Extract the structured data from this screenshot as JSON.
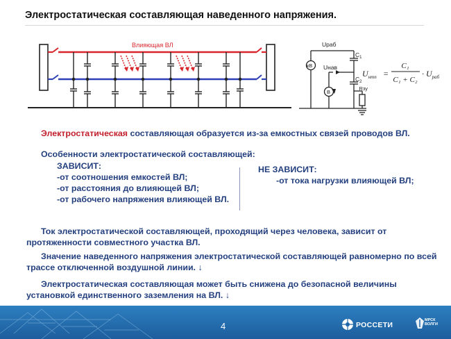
{
  "title": "Электростатическая составляющая наведенного напряжения.",
  "diagram": {
    "line_label": "Влияющая ВЛ",
    "u_rab": "Uраб",
    "u_nav": "Uнав",
    "c1": "C",
    "c1_sub": "1",
    "c2": "C",
    "c2_sub": "2",
    "kv": "кВ",
    "v": "В",
    "rzu": "Rзу",
    "formula": {
      "lhs": "U",
      "lhs_sub": "нтп",
      "numerator": "C₁",
      "denominator": "C₁ + C₂",
      "rhs": "· U",
      "rhs_sub": "раб"
    }
  },
  "intro": {
    "red_part": "Электростатическая",
    "rest": " составляющая образуется из-за емкостных связей проводов ВЛ."
  },
  "features_heading": "Особенности электростатической составляющей:",
  "depends": {
    "heading": "ЗАВИСИТ:",
    "items": [
      "-от соотношения емкостей ВЛ;",
      "-от расстояния до влияющей ВЛ;",
      "-от рабочего напряжения влияющей ВЛ."
    ]
  },
  "not_depends": {
    "heading": "НЕ ЗАВИСИТ:",
    "items": [
      "-от тока нагрузки влияющей ВЛ;"
    ]
  },
  "paragraphs": [
    [
      "Ток электростатической составляющей, проходящий через человека, зависит от",
      "протяженности совместного участка ВЛ."
    ],
    [
      "Значение наведенного напряжения электростатической составляющей равномерно по всей",
      "трассе отключенной воздушной линии. ↓"
    ],
    [
      "Электростатическая составляющая может быть снижена до безопасной величины",
      "установкой единственного заземления на ВЛ. ↓"
    ]
  ],
  "footer": {
    "page_number": "4",
    "logo": "РОССЕТИ",
    "logo2_line1": "МРСК",
    "logo2_line2": "ВОЛГИ"
  },
  "colors": {
    "red_wire": "#d8262c",
    "blue_wire": "#2f3fb6",
    "text_blue": "#24407f",
    "footer_blue": "#1f66a8"
  }
}
